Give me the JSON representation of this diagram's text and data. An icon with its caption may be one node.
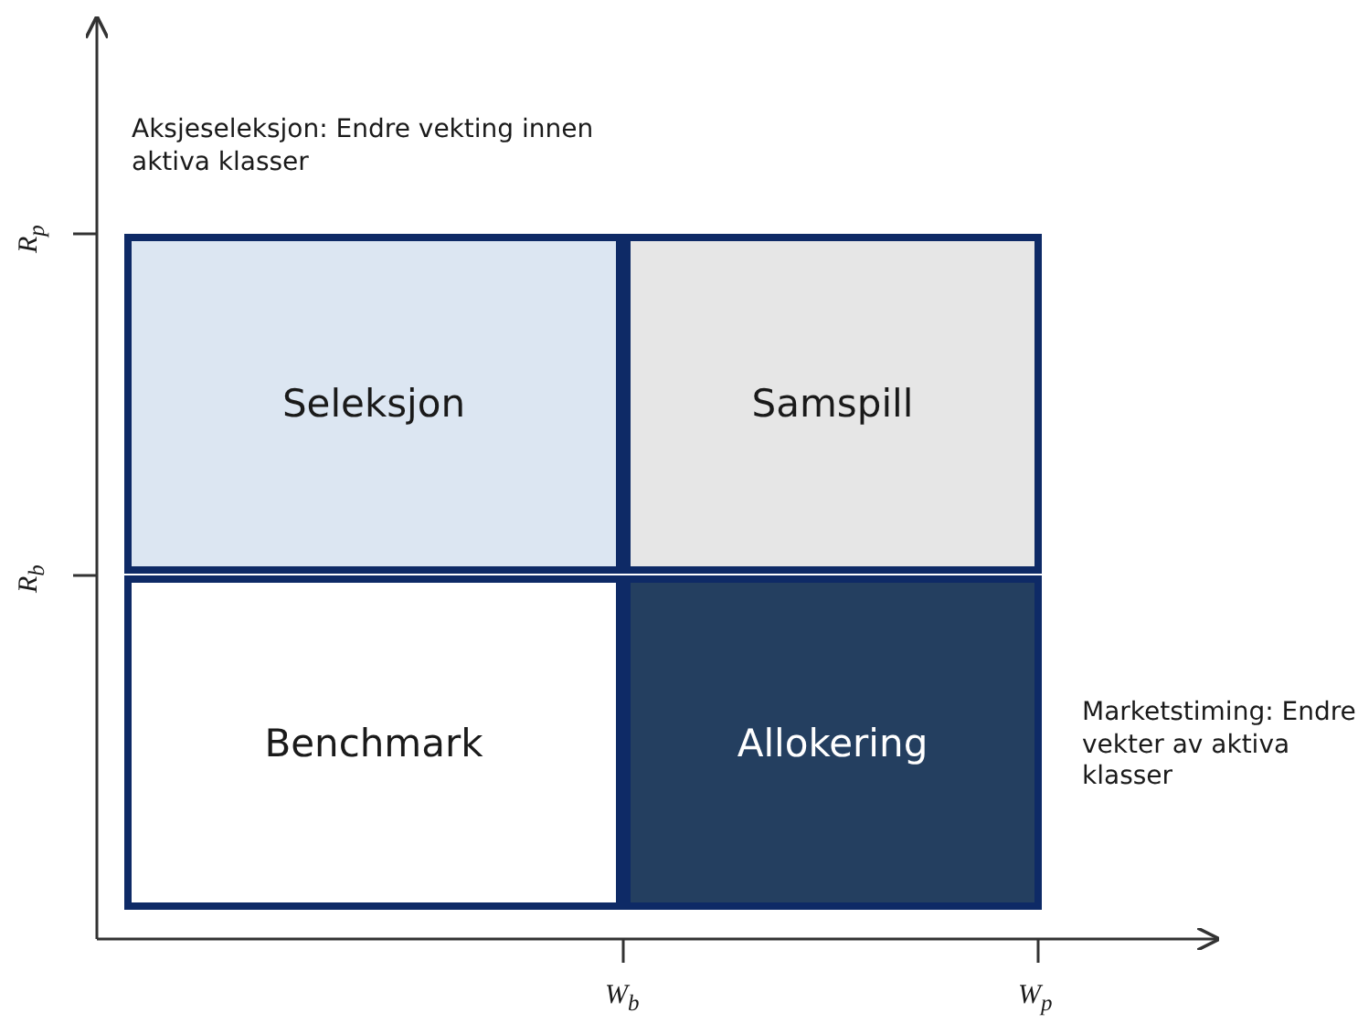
{
  "diagram": {
    "nodes": [
      {
        "text": [
          "Seleksjon"
        ]
      },
      {
        "text": [
          "Samspill"
        ]
      },
      {
        "text": [
          "Benchmark"
        ]
      },
      {
        "text": [
          "Allokering"
        ]
      }
    ],
    "labels": [
      "Aksjeseleksjon: Endre vekting innen aktiva klasser",
      "R$_{p}$",
      "R$_{b}$",
      "Marketstiming: Endre vekter av aktiva klasser",
      "W$_{b}$",
      "W$_{p}$"
    ]
  }
}
